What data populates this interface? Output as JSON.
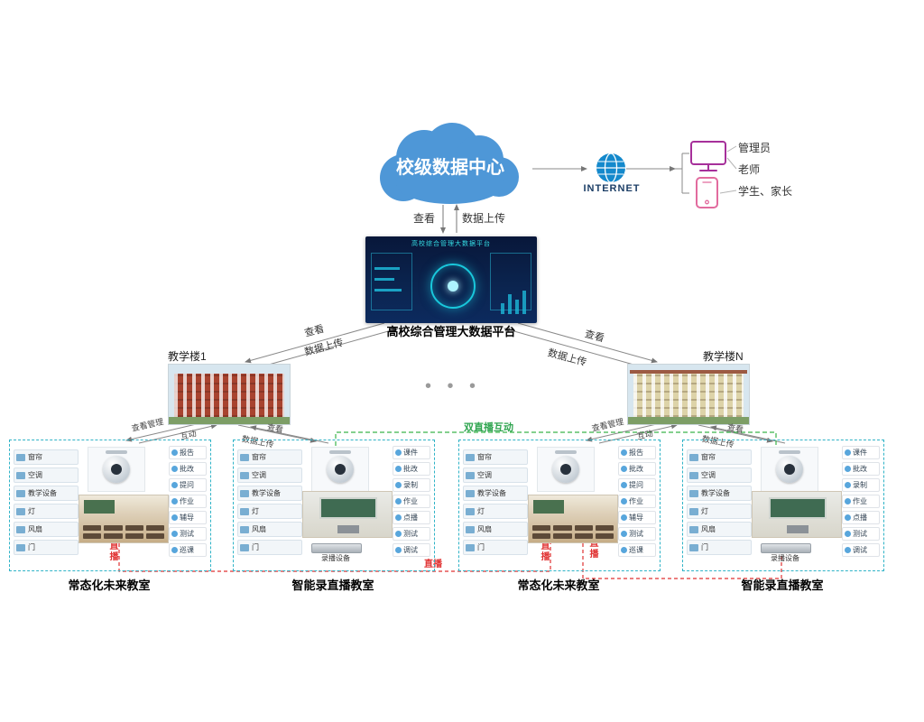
{
  "cloud": {
    "label": "校级数据中心"
  },
  "internet": {
    "label": "INTERNET"
  },
  "users": {
    "items": [
      "管理员",
      "老师",
      "学生、家长"
    ]
  },
  "cloud_links": {
    "view": "查看",
    "upload": "数据上传"
  },
  "platform": {
    "caption": "高校综合管理大数据平台",
    "screen_title": "高校综合管理大数据平台"
  },
  "platform_links": {
    "view": "查看",
    "upload": "数据上传"
  },
  "buildings": {
    "left": "教学楼1",
    "right": "教学楼N",
    "ellipsis": "• • •"
  },
  "building_links": {
    "manage": "查看管理",
    "interact": "互动",
    "view": "查看",
    "upload": "数据上传"
  },
  "interactions": {
    "dual_live": "双直播互动",
    "live": "直播"
  },
  "classrooms": {
    "device_panel": [
      "窗帘",
      "空调",
      "教学设备",
      "灯",
      "风扇",
      "门"
    ],
    "future_controls": [
      "报告",
      "批改",
      "提问",
      "作业",
      "辅导",
      "测试",
      "巡课"
    ],
    "studio_controls": [
      "课件",
      "批改",
      "录制",
      "作业",
      "点播",
      "测试",
      "调试"
    ],
    "recorder_label": "录播设备",
    "groups": [
      {
        "caption": "常态化未来教室"
      },
      {
        "caption": "智能录直播教室"
      },
      {
        "caption": "常态化未来教室"
      },
      {
        "caption": "智能录直播教室"
      }
    ]
  },
  "colors": {
    "cloud_blue": "#4e97d7",
    "line_gray": "#8a8a8a",
    "green_link": "#3bb54a",
    "red_link": "#e03131",
    "dashed_border": "#2fb3c7"
  }
}
